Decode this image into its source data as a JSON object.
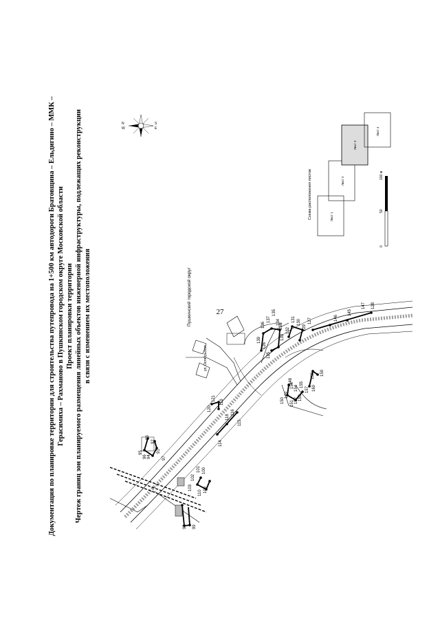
{
  "page_number": "27",
  "heading": {
    "line1": "Документация по планировке территории для строительства путепровода на 1+500 км автодороги Братовщина – Ельдигино – ММК –",
    "line2": "Герасимиха – Рахманово в Пушкинском городском округе Московской области",
    "line3": "Проект планировки территории",
    "line4": "Чертеж границ зон планируемого размещения линейных объектов инженерной инфраструктуры, подлежащих реконструкции",
    "line5": "в связи с изменением их местоположения"
  },
  "map": {
    "district_label": "Пушкинский городской округ",
    "street_label": "ул. Октябрьская",
    "compass": {
      "north": "N",
      "south": "S",
      "west": "W",
      "east": "E"
    },
    "scale_bar": {
      "ticks": [
        "0",
        "50",
        "100 м"
      ]
    },
    "sheet_scheme": {
      "title": "Схема расположения листов",
      "sheets": [
        "Лист 1",
        "Лист 2",
        "Лист 3",
        "Лист 4"
      ]
    },
    "point_labels": [
      "93",
      "92",
      "95",
      "96",
      "94",
      "91",
      "97",
      "100",
      "101",
      "102",
      "103",
      "109",
      "110",
      "99",
      "98",
      "120",
      "119",
      "114",
      "115",
      "116",
      "118",
      "121",
      "125",
      "126",
      "127",
      "128",
      "129",
      "130",
      "131",
      "132",
      "133",
      "134",
      "135",
      "136",
      "137",
      "138",
      "139",
      "145",
      "146",
      "147",
      "148",
      "149",
      "150",
      "151",
      "152",
      "153",
      "154",
      "155",
      "156",
      "157",
      "158",
      "159",
      "160"
    ]
  }
}
